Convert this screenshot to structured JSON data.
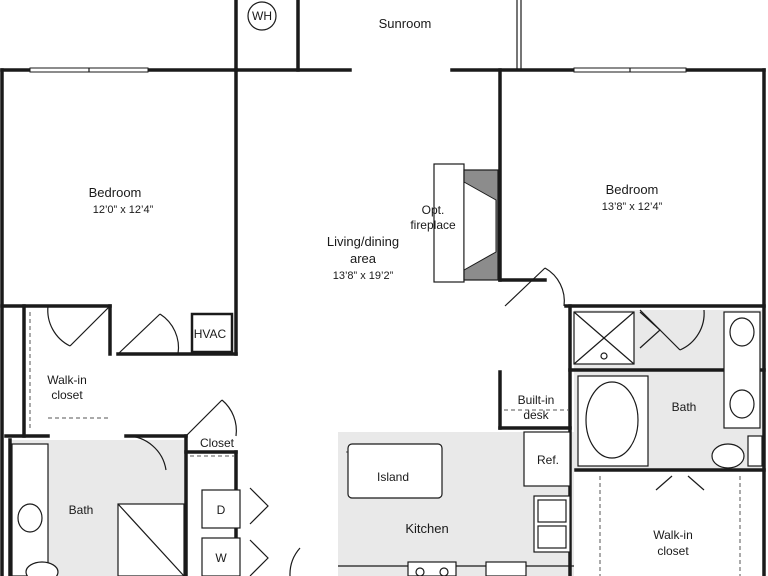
{
  "labels": {
    "wh": "WH",
    "sunroom": "Sunroom",
    "bedroom_left": "Bedroom",
    "bedroom_left_dim": "12’0” x 12’4”",
    "living_1": "Living/dining",
    "living_2": "area",
    "living_dim": "13’8” x 19’2”",
    "fireplace_1": "Opt.",
    "fireplace_2": "fireplace",
    "bedroom_right": "Bedroom",
    "bedroom_right_dim": "13’8” x 12’4”",
    "hvac": "HVAC",
    "walkin_left_1": "Walk-in",
    "walkin_left_2": "closet",
    "builtin_1": "Built-in",
    "builtin_2": "desk",
    "bath_right": "Bath",
    "closet": "Closet",
    "island": "Island",
    "ref": "Ref.",
    "bath_left": "Bath",
    "dryer": "D",
    "washer": "W",
    "kitchen": "Kitchen",
    "walkin_right_1": "Walk-in",
    "walkin_right_2": "closet"
  }
}
